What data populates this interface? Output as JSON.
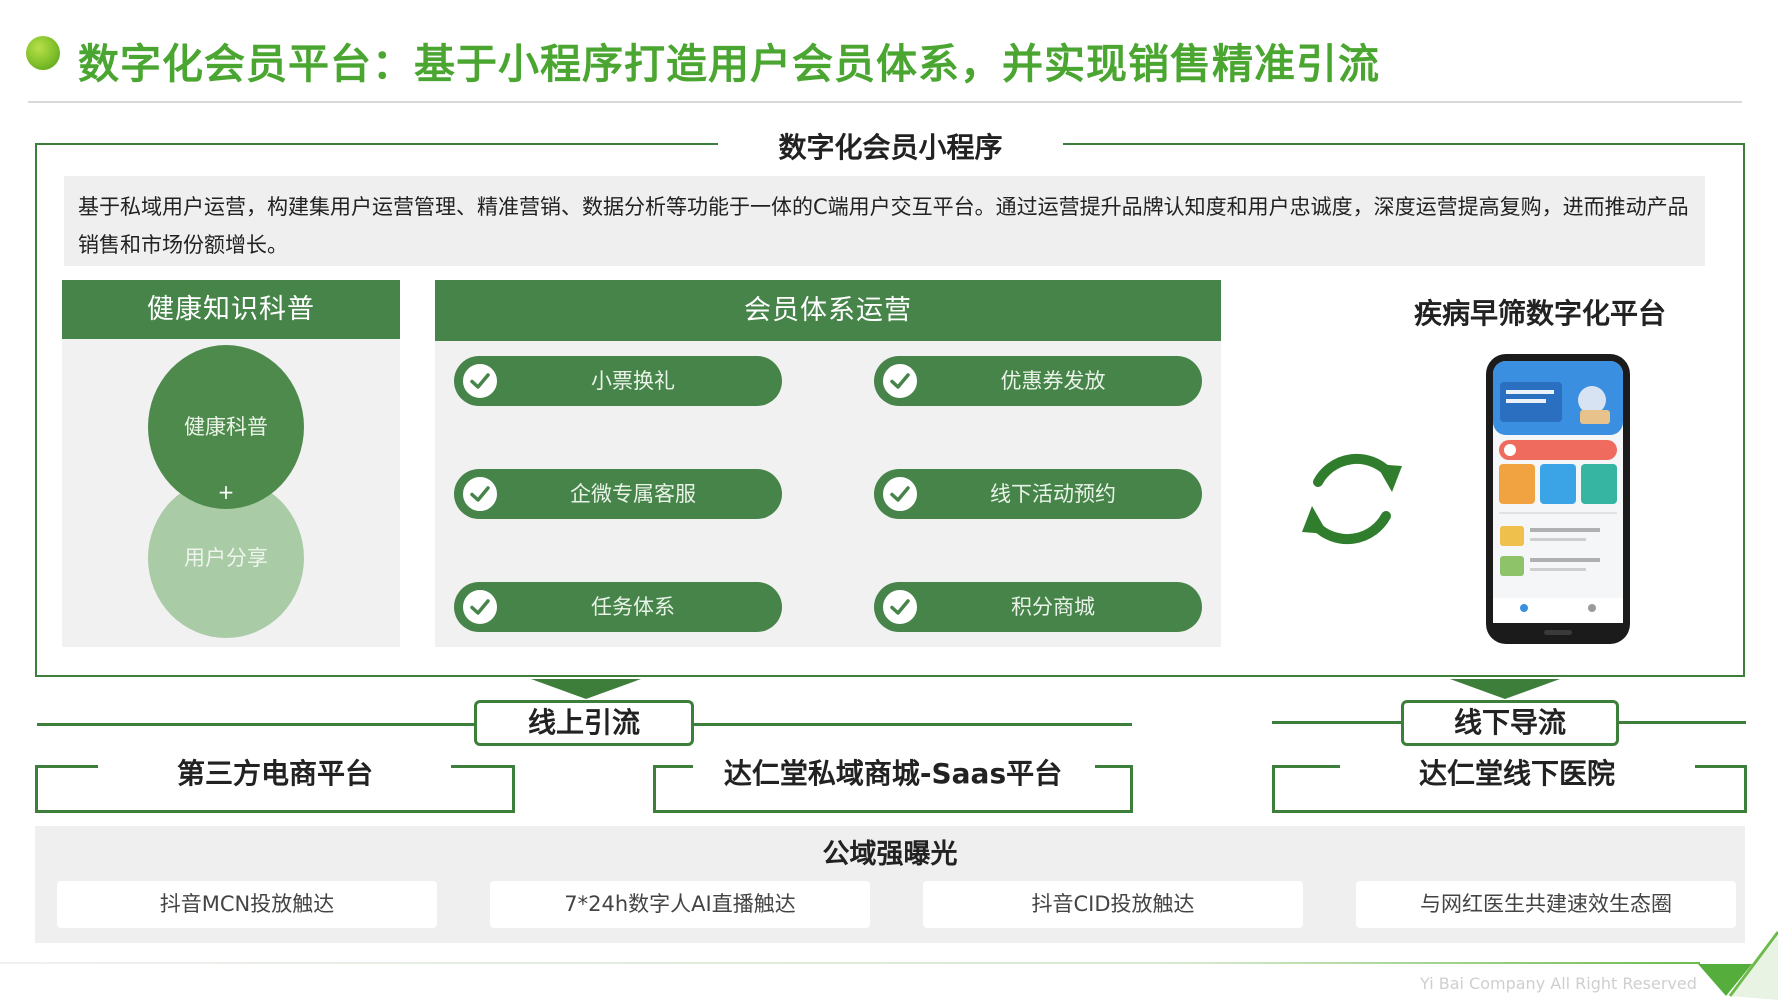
{
  "header": {
    "title": "数字化会员平台：基于小程序打造用户会员体系，并实现销售精准引流"
  },
  "mini_program": {
    "title": "数字化会员小程序",
    "intro": "基于私域用户运营，构建集用户运营管理、精准营销、数据分析等功能于一体的C端用户交互平台。通过运营提升品牌认知度和用户忠诚度，深度运营提高复购，进而推动产品销售和市场份额增长。"
  },
  "health": {
    "title": "健康知识科普",
    "circle_top": "健康科普",
    "plus": "+",
    "circle_bottom": "用户分享"
  },
  "membership": {
    "title": "会员体系运营",
    "items": [
      "小票换礼",
      "优惠券发放",
      "企微专属客服",
      "线下活动预约",
      "任务体系",
      "积分商城"
    ]
  },
  "screening": {
    "title": "疾病早筛数字化平台"
  },
  "channels": {
    "online_label": "线上引流",
    "offline_label": "线下导流",
    "third_party": "第三方电商平台",
    "private_mall": "达仁堂私域商城-Saas平台",
    "offline_hospital": "达仁堂线下医院"
  },
  "public_domain": {
    "title": "公域强曝光",
    "items": [
      "抖音MCN投放触达",
      "7*24h数字人AI直播触达",
      "抖音CID投放触达",
      "与网红医生共建速效生态圈"
    ]
  },
  "footer": {
    "text": "Yi Bai Company All Right Reserved"
  },
  "colors": {
    "brand_green": "#46844a",
    "title_green": "#4aa631",
    "light_green": "#a9cba6"
  }
}
